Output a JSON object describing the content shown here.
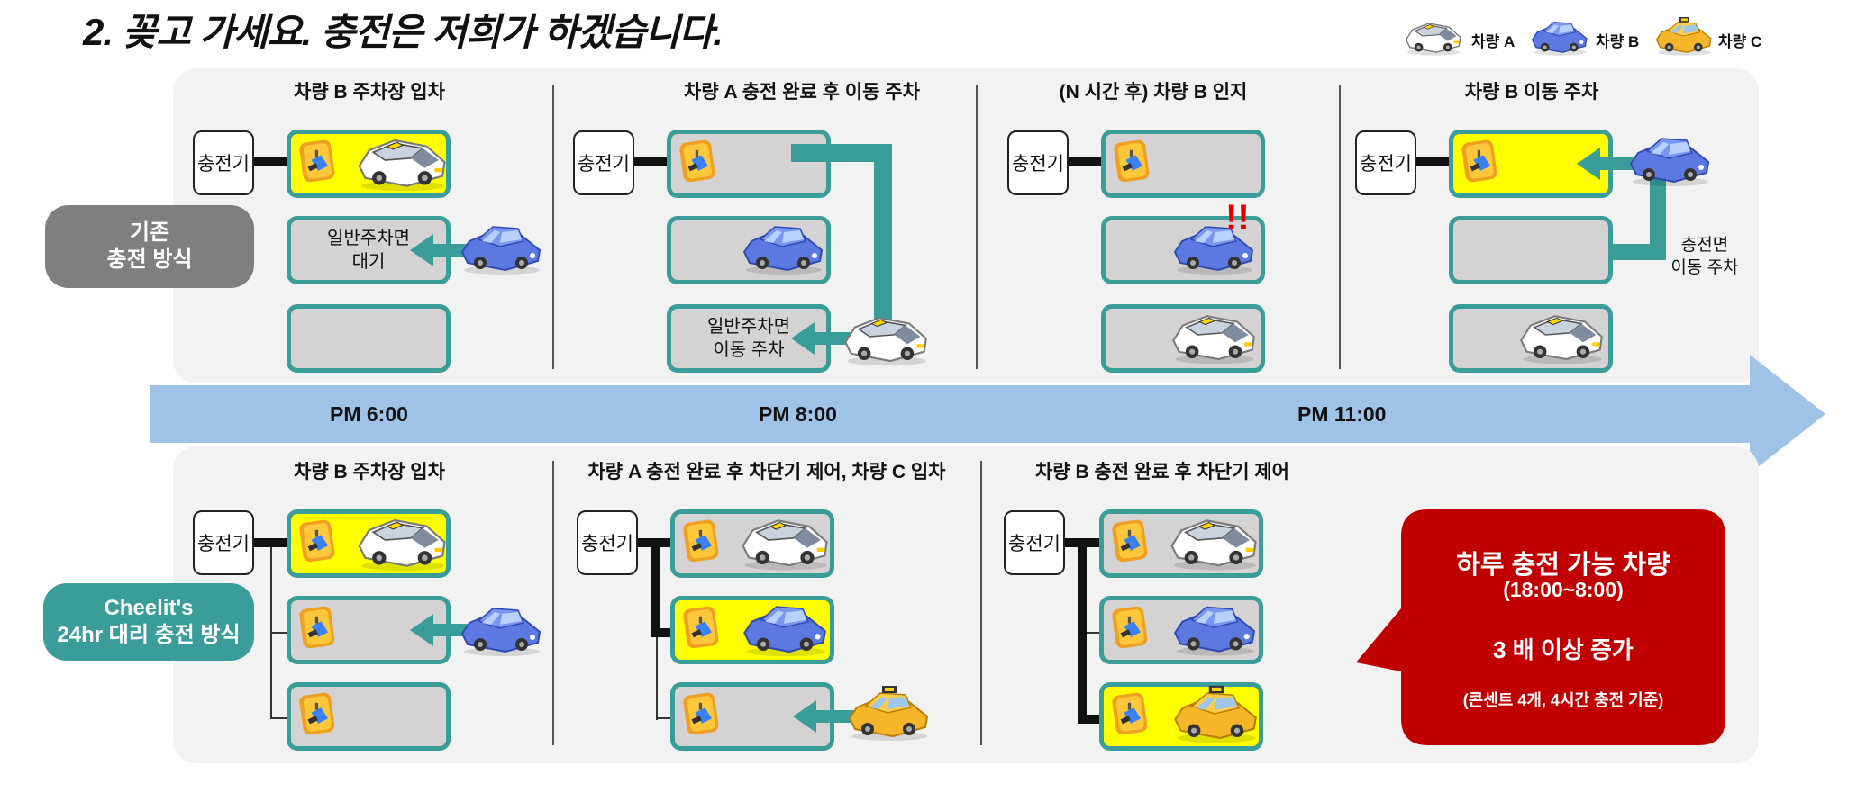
{
  "title": "2. 꽂고 가세요. 충전은 저희가 하겠습니다.",
  "legend": [
    {
      "label": "차량 A",
      "vehicle": "white-suv-taxi-icon"
    },
    {
      "label": "차량 B",
      "vehicle": "blue-car-icon"
    },
    {
      "label": "차량 C",
      "vehicle": "yellow-taxi-icon"
    }
  ],
  "colors": {
    "teal": "#3a9d9a",
    "yellow": "#ffff00",
    "gray_slot": "#d4d2d2",
    "panel": "#f2f2f2",
    "timeline": "#9fc3e7",
    "red": "#c00000",
    "legacy_pill": "#7f7f7f"
  },
  "existing": {
    "label": "기존\n충전 방식",
    "sections": [
      {
        "title": "차량 B 주차장 입차",
        "charger": "충전기",
        "waiting_text": "일반주차면\n대기"
      },
      {
        "title": "차량 A 충전 완료 후 이동 주차",
        "charger": "충전기",
        "move_text": "일반주차면\n이동 주차"
      },
      {
        "title": "(N 시간 후) 차량 B 인지",
        "charger": "충전기",
        "alert": "!!"
      },
      {
        "title": "차량 B 이동 주차",
        "charger": "충전기",
        "note": "충전면\n이동 주차"
      }
    ]
  },
  "timeline": {
    "times": [
      "PM 6:00",
      "PM 8:00",
      "PM 11:00"
    ]
  },
  "cheelit": {
    "label": "Cheelit's\n24hr 대리 충전 방식",
    "sections": [
      {
        "title": "차량 B 주차장 입차",
        "charger": "충전기"
      },
      {
        "title": "차량 A 충전 완료 후 차단기 제어, 차량 C 입차",
        "charger": "충전기"
      },
      {
        "title": "차량 B 충전 완료 후 차단기 제어",
        "charger": "충전기"
      }
    ]
  },
  "callout": {
    "line1": "하루 충전 가능 차량",
    "line2": "(18:00~8:00)",
    "line3": "3 배 이상 증가",
    "line4": "(콘센트 4개, 4시간 충전 기준)"
  }
}
